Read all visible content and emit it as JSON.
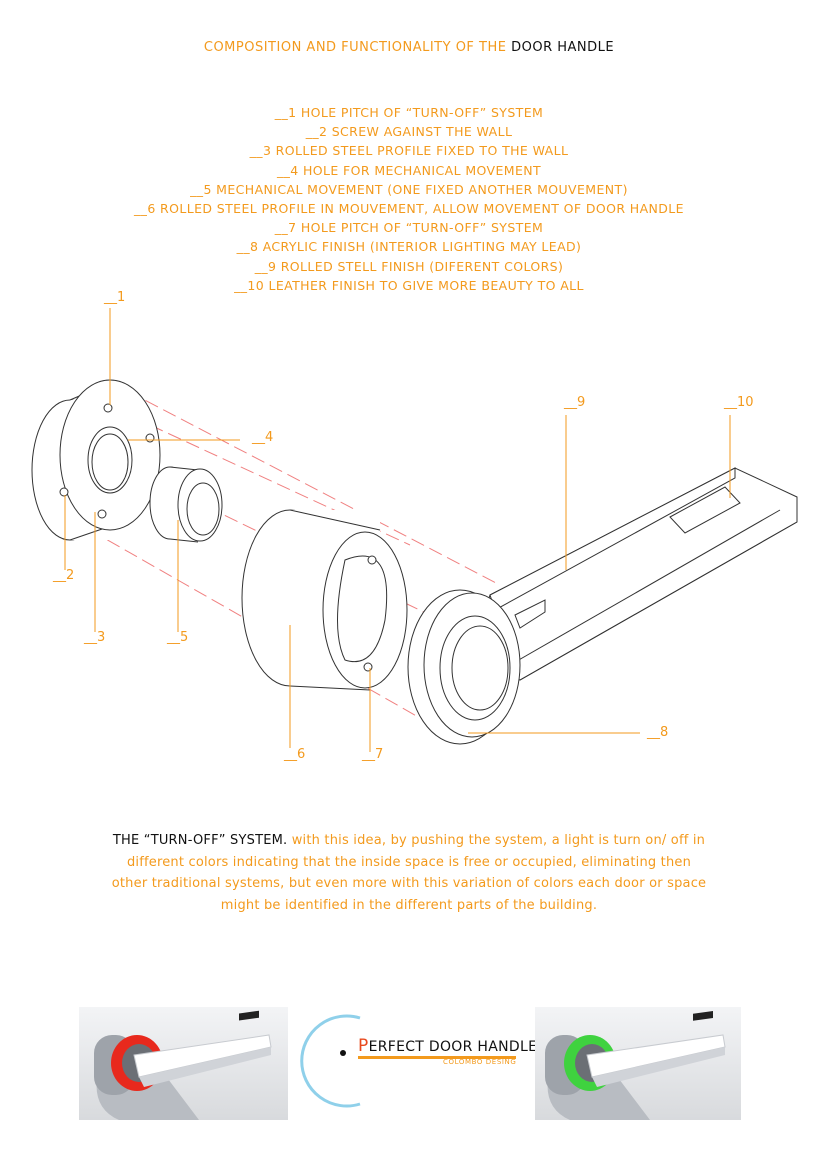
{
  "title": {
    "part1": "COMPOSITION AND FUNCTIONALITY OF THE ",
    "part2": "DOOR HANDLE"
  },
  "legend": [
    "__1 HOLE PITCH OF “TURN-OFF” SYSTEM",
    "__2 SCREW AGAINST THE WALL",
    "__3 ROLLED STEEL PROFILE FIXED TO THE WALL",
    "__4 HOLE FOR MECHANICAL MOVEMENT",
    "__5 MECHANICAL MOVEMENT (ONE FIXED ANOTHER MOUVEMENT)",
    "__6 ROLLED STEEL PROFILE IN MOUVEMENT, ALLOW MOVEMENT OF DOOR HANDLE",
    "__7 HOLE PITCH OF “TURN-OFF” SYSTEM",
    "__8 ACRYLIC FINISH (INTERIOR LIGHTING MAY LEAD)",
    "__9 ROLLED STELL FINISH (DIFERENT COLORS)",
    "__10 LEATHER FINISH TO GIVE MORE BEAUTY TO ALL"
  ],
  "callouts": {
    "c1": "__1",
    "c2": "__2",
    "c3": "__3",
    "c4": "__4",
    "c5": "__5",
    "c6": "__6",
    "c7": "__7",
    "c8": "__8",
    "c9": "__9",
    "c10": "__10"
  },
  "paragraph": {
    "lead": "THE “TURN-OFF” SYSTEM.",
    "body": " with this idea, by pushing the system, a light is turn on/ off in different colors indicating that the inside space is free or occupied, eliminating then other traditional systems, but even more with this variation of colors each door or space might be identified in the different parts of the building."
  },
  "logo": {
    "initial": "P",
    "name": "ERFECT DOOR HANDLE",
    "subtitle": "COLOMBO DESING"
  },
  "colors": {
    "accent": "#f39a1d",
    "red_light": "#e8291d",
    "green_light": "#3fd23f",
    "logo_circle": "#8fd0ea"
  },
  "icons": {
    "photo_red": "handle-render-red-icon",
    "photo_green": "handle-render-green-icon",
    "logo_mark": "logo-circle-icon"
  }
}
